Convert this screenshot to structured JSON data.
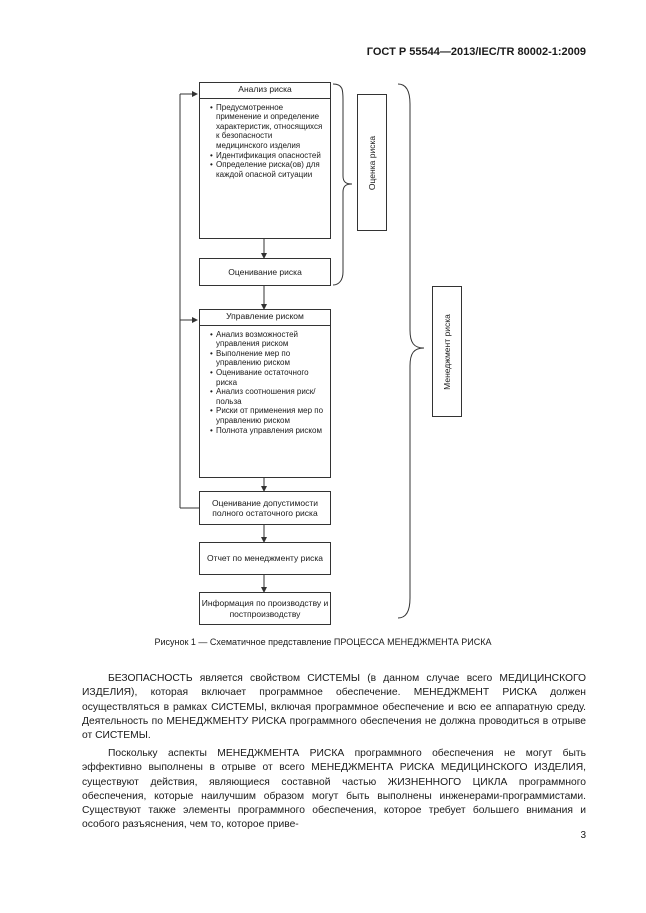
{
  "header": {
    "standard": "ГОСТ Р 55544—2013/IEC/TR 80002-1:2009"
  },
  "diagram": {
    "analysis": {
      "title": "Анализ риска",
      "items": [
        "Предусмотренное применение и определение характеристик, относящихся к безопасности медицинского изделия",
        "Идентификация опасностей",
        "Определение риска(ов) для каждой опасной ситуации"
      ]
    },
    "evaluation": "Оценивание риска",
    "control": {
      "title": "Управление риском",
      "items": [
        "Анализ возможностей управления риском",
        "Выполнение мер по управлению риском",
        "Оценивание остаточного риска",
        "Анализ соотношения риск/польза",
        "Риски от применения мер по управлению риском",
        "Полнота управления риском"
      ]
    },
    "acceptability": "Оценивание допустимости полного остаточного риска",
    "report": "Отчет по менеджменту риска",
    "production": "Информация по производству и постпроизводству",
    "assessment_label": "Оценка риска",
    "management_label": "Менеджмент риска"
  },
  "caption": "Рисунок 1 — Схематичное представление ПРОЦЕССА МЕНЕДЖМЕНТА РИСКА",
  "paragraphs": [
    "БЕЗОПАСНОСТЬ является свойством СИСТЕМЫ (в данном случае всего МЕДИЦИНСКОГО ИЗДЕЛИЯ), которая включает программное обеспечение. МЕНЕДЖМЕНТ РИСКА должен осуществляться в рамках СИСТЕМЫ, включая программное обеспечение и всю ее аппаратную среду. Деятельность по МЕНЕДЖМЕНТУ РИСКА программного обеспечения не должна проводиться в отрыве от СИСТЕМЫ.",
    "Поскольку аспекты МЕНЕДЖМЕНТА РИСКА программного обеспечения не могут быть эффективно выполнены в отрыве от всего МЕНЕДЖМЕНТА РИСКА МЕДИЦИНСКОГО ИЗДЕЛИЯ, существуют действия, являющиеся составной частью ЖИЗНЕННОГО ЦИКЛА программного обеспечения, которые наилучшим образом могут быть выполнены инженерами-программистами. Существуют также элементы программного обеспечения, которое требует большего внимания и особого разъяснения, чем то, которое приве-"
  ],
  "page_number": "3"
}
